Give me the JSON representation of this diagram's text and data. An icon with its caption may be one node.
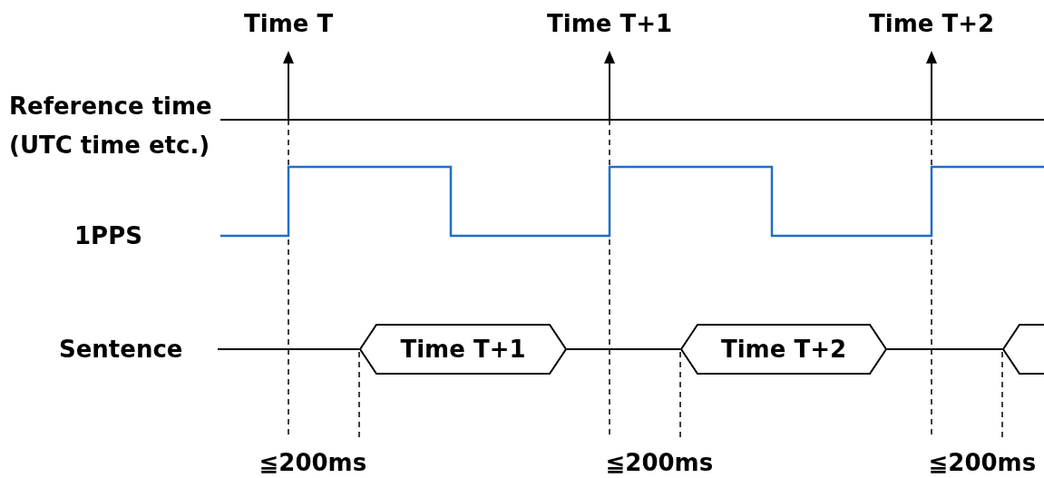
{
  "diagram": {
    "nodes": [
      {
        "text": [
          "Time T+1"
        ]
      },
      {
        "text": [
          "Time T+2"
        ]
      },
      {
        "text": [],
        "shape": "hexagon"
      }
    ],
    "labels": [
      "Time T",
      "Time T+1",
      "Time T+2",
      "Reference time (UTC time etc.)",
      "1PPS",
      "Sentence",
      "≦200ms",
      "≦200ms",
      "≦200ms"
    ]
  }
}
